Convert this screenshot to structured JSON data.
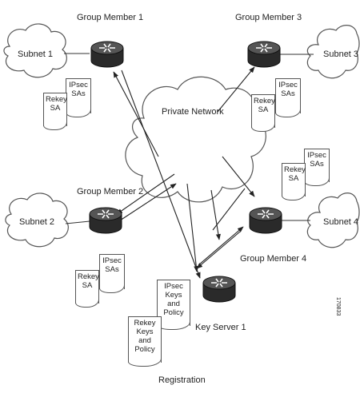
{
  "diagram": {
    "group_member_1": "Group Member 1",
    "group_member_2": "Group Member 2",
    "group_member_3": "Group Member 3",
    "group_member_4": "Group Member 4",
    "key_server": "Key Server 1",
    "private_network": "Private Network",
    "subnet_1": "Subnet 1",
    "subnet_2": "Subnet 2",
    "subnet_3": "Subnet 3",
    "subnet_4": "Subnet 4",
    "rekey_sa": [
      "Rekey",
      "SA"
    ],
    "ipsec_sas": [
      "IPsec",
      "SAs"
    ],
    "ipsec_keys_policy": [
      "IPsec",
      "Keys and",
      "Policy"
    ],
    "rekey_keys_policy": [
      "Rekey",
      "Keys and",
      "Policy"
    ],
    "registration": "Registration",
    "figure_id": "170833"
  }
}
